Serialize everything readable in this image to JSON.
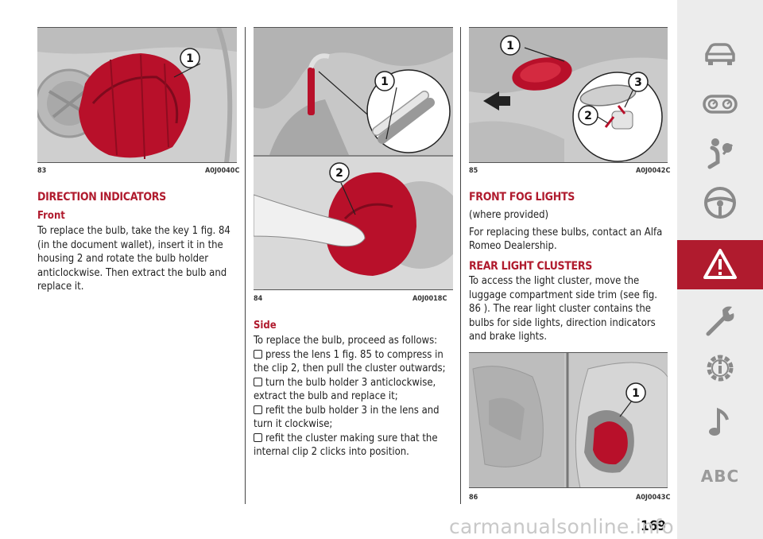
{
  "figures": {
    "f83": {
      "num": "83",
      "code": "A0J0040C",
      "callouts": [
        "1"
      ]
    },
    "f84": {
      "num": "84",
      "code": "A0J0018C",
      "callouts": [
        "1",
        "2"
      ]
    },
    "f85": {
      "num": "85",
      "code": "A0J0042C",
      "callouts": [
        "1",
        "2",
        "3"
      ]
    },
    "f86": {
      "num": "86",
      "code": "A0J0043C",
      "callouts": [
        "1"
      ]
    }
  },
  "col1": {
    "heading": "DIRECTION INDICATORS",
    "subheading": "Front",
    "paragraph": "To replace the bulb, take the key 1 fig. 84 (in the document wallet), insert it in the housing 2 and rotate the bulb holder anticlockwise. Then extract the bulb and replace it."
  },
  "col2": {
    "subheading": "Side",
    "intro": "To replace the bulb, proceed as follows:",
    "steps": [
      "press the lens 1 fig. 85 to compress in the clip 2, then pull the cluster outwards;",
      "turn the bulb holder 3 anticlockwise, extract the bulb and replace it;",
      "refit the bulb holder 3 in the lens and turn it clockwise;",
      "refit the cluster making sure that the internal clip 2 clicks into position."
    ]
  },
  "col3": {
    "heading1": "FRONT FOG LIGHTS",
    "para1": "(where provided)",
    "para2": "For replacing these bulbs, contact an Alfa Romeo Dealership.",
    "heading2": "REAR LIGHT CLUSTERS",
    "para3": "To access the light cluster, move the luggage compartment side trim (see fig. 86 ). The rear light cluster contains the bulbs for side lights, direction indicators and brake lights."
  },
  "sidebar": {
    "icons": [
      "car-icon",
      "dashboard-gauges-icon",
      "airbag-passenger-icon",
      "steering-wheel-icon",
      "warning-triangle-icon",
      "wrench-icon",
      "maintenance-gear-icon",
      "music-note-icon"
    ],
    "active": "warning-triangle-icon",
    "abc_label": "ABC"
  },
  "page_number": "169",
  "watermark": "carmanualsonline.info",
  "colors": {
    "accent": "#b01b2e",
    "sidebar_bg": "#ececec",
    "sidebar_icon": "#8a8a8a"
  }
}
